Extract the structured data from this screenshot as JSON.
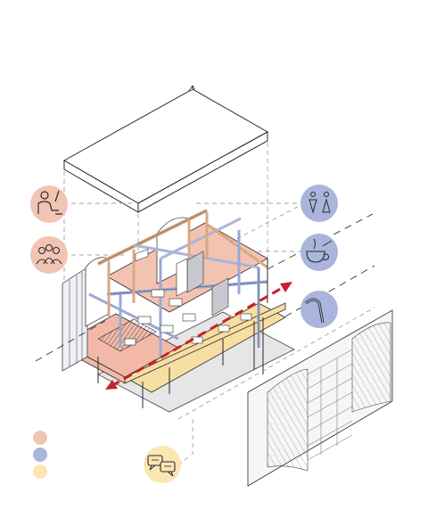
{
  "colors": {
    "pink": "#f2c4b4",
    "blue": "#a9b5dc",
    "yellow": "#fbe6b4",
    "red": "#c8202a",
    "floor_pink": "#f3b9a8",
    "floor_yellow": "#f7dea2",
    "structure_blue": "#9aa9d6",
    "outline": "#2a2a2a"
  },
  "icons": {
    "left": [
      "study-person-icon",
      "group-people-icon"
    ],
    "right": [
      "toilet-man-woman-icon",
      "cafe-cup-bowl-icon",
      "water-pipe-icon"
    ],
    "bottom": "chat-bubbles-icon"
  },
  "legend": [
    "pink",
    "blue",
    "yellow"
  ]
}
